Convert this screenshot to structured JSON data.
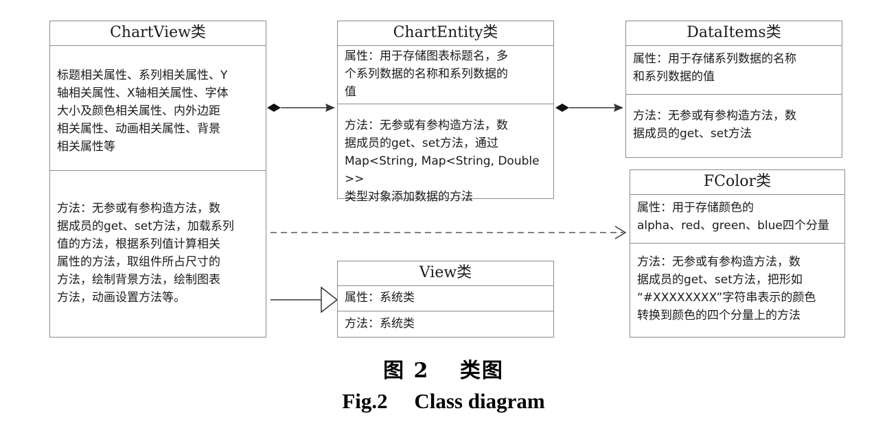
{
  "classes": {
    "chartview": {
      "name": "ChartView类",
      "attributes": "标题相关属性、系列相关属性、Y\n轴相关属性、X轴相关属性、字体\n大小及颜色相关属性、内外边距\n相关属性、动画相关属性、背景\n相关属性等",
      "methods": "方法：无参或有参构造方法，数\n据成员的get、set方法，加载系列\n值的方法，根据系列值计算相关\n属性的方法，取组件所占尺寸的\n方法，绘制背景方法，绘制图表\n方法，动画设置方法等。"
    },
    "chartentity": {
      "name": "ChartEntity类",
      "attributes": "属性：用于存储图表标题名，多\n个系列数据的名称和系列数据的\n值",
      "methods": "方法：无参或有参构造方法，数\n据成员的get、set方法，通过\nMap<String, Map<String, Double>>\n类型对象添加数据的方法"
    },
    "dataitems": {
      "name": "DataItems类",
      "attributes": "属性：用于存储系列数据的名称\n和系列数据的值",
      "methods": "方法：无参或有参构造方法，数\n据成员的get、set方法"
    },
    "fcolor": {
      "name": "FColor类",
      "attributes": "属性：用于存储颜色的\nalpha、red、green、blue四个分量",
      "methods": "方法：无参或有参构造方法，数\n据成员的get、set方法，把形如\n“#XXXXXXXX”字符串表示的颜色\n转换到颜色的四个分量上的方法"
    },
    "view": {
      "name": "View类",
      "attributes": "属性：系统类",
      "methods": "方法：系统类"
    }
  },
  "caption": {
    "chinese": "图 2　 类图",
    "english": "Fig.2　 Class diagram"
  },
  "colors": {
    "line": "#333333",
    "border": "#8a8a8a"
  }
}
